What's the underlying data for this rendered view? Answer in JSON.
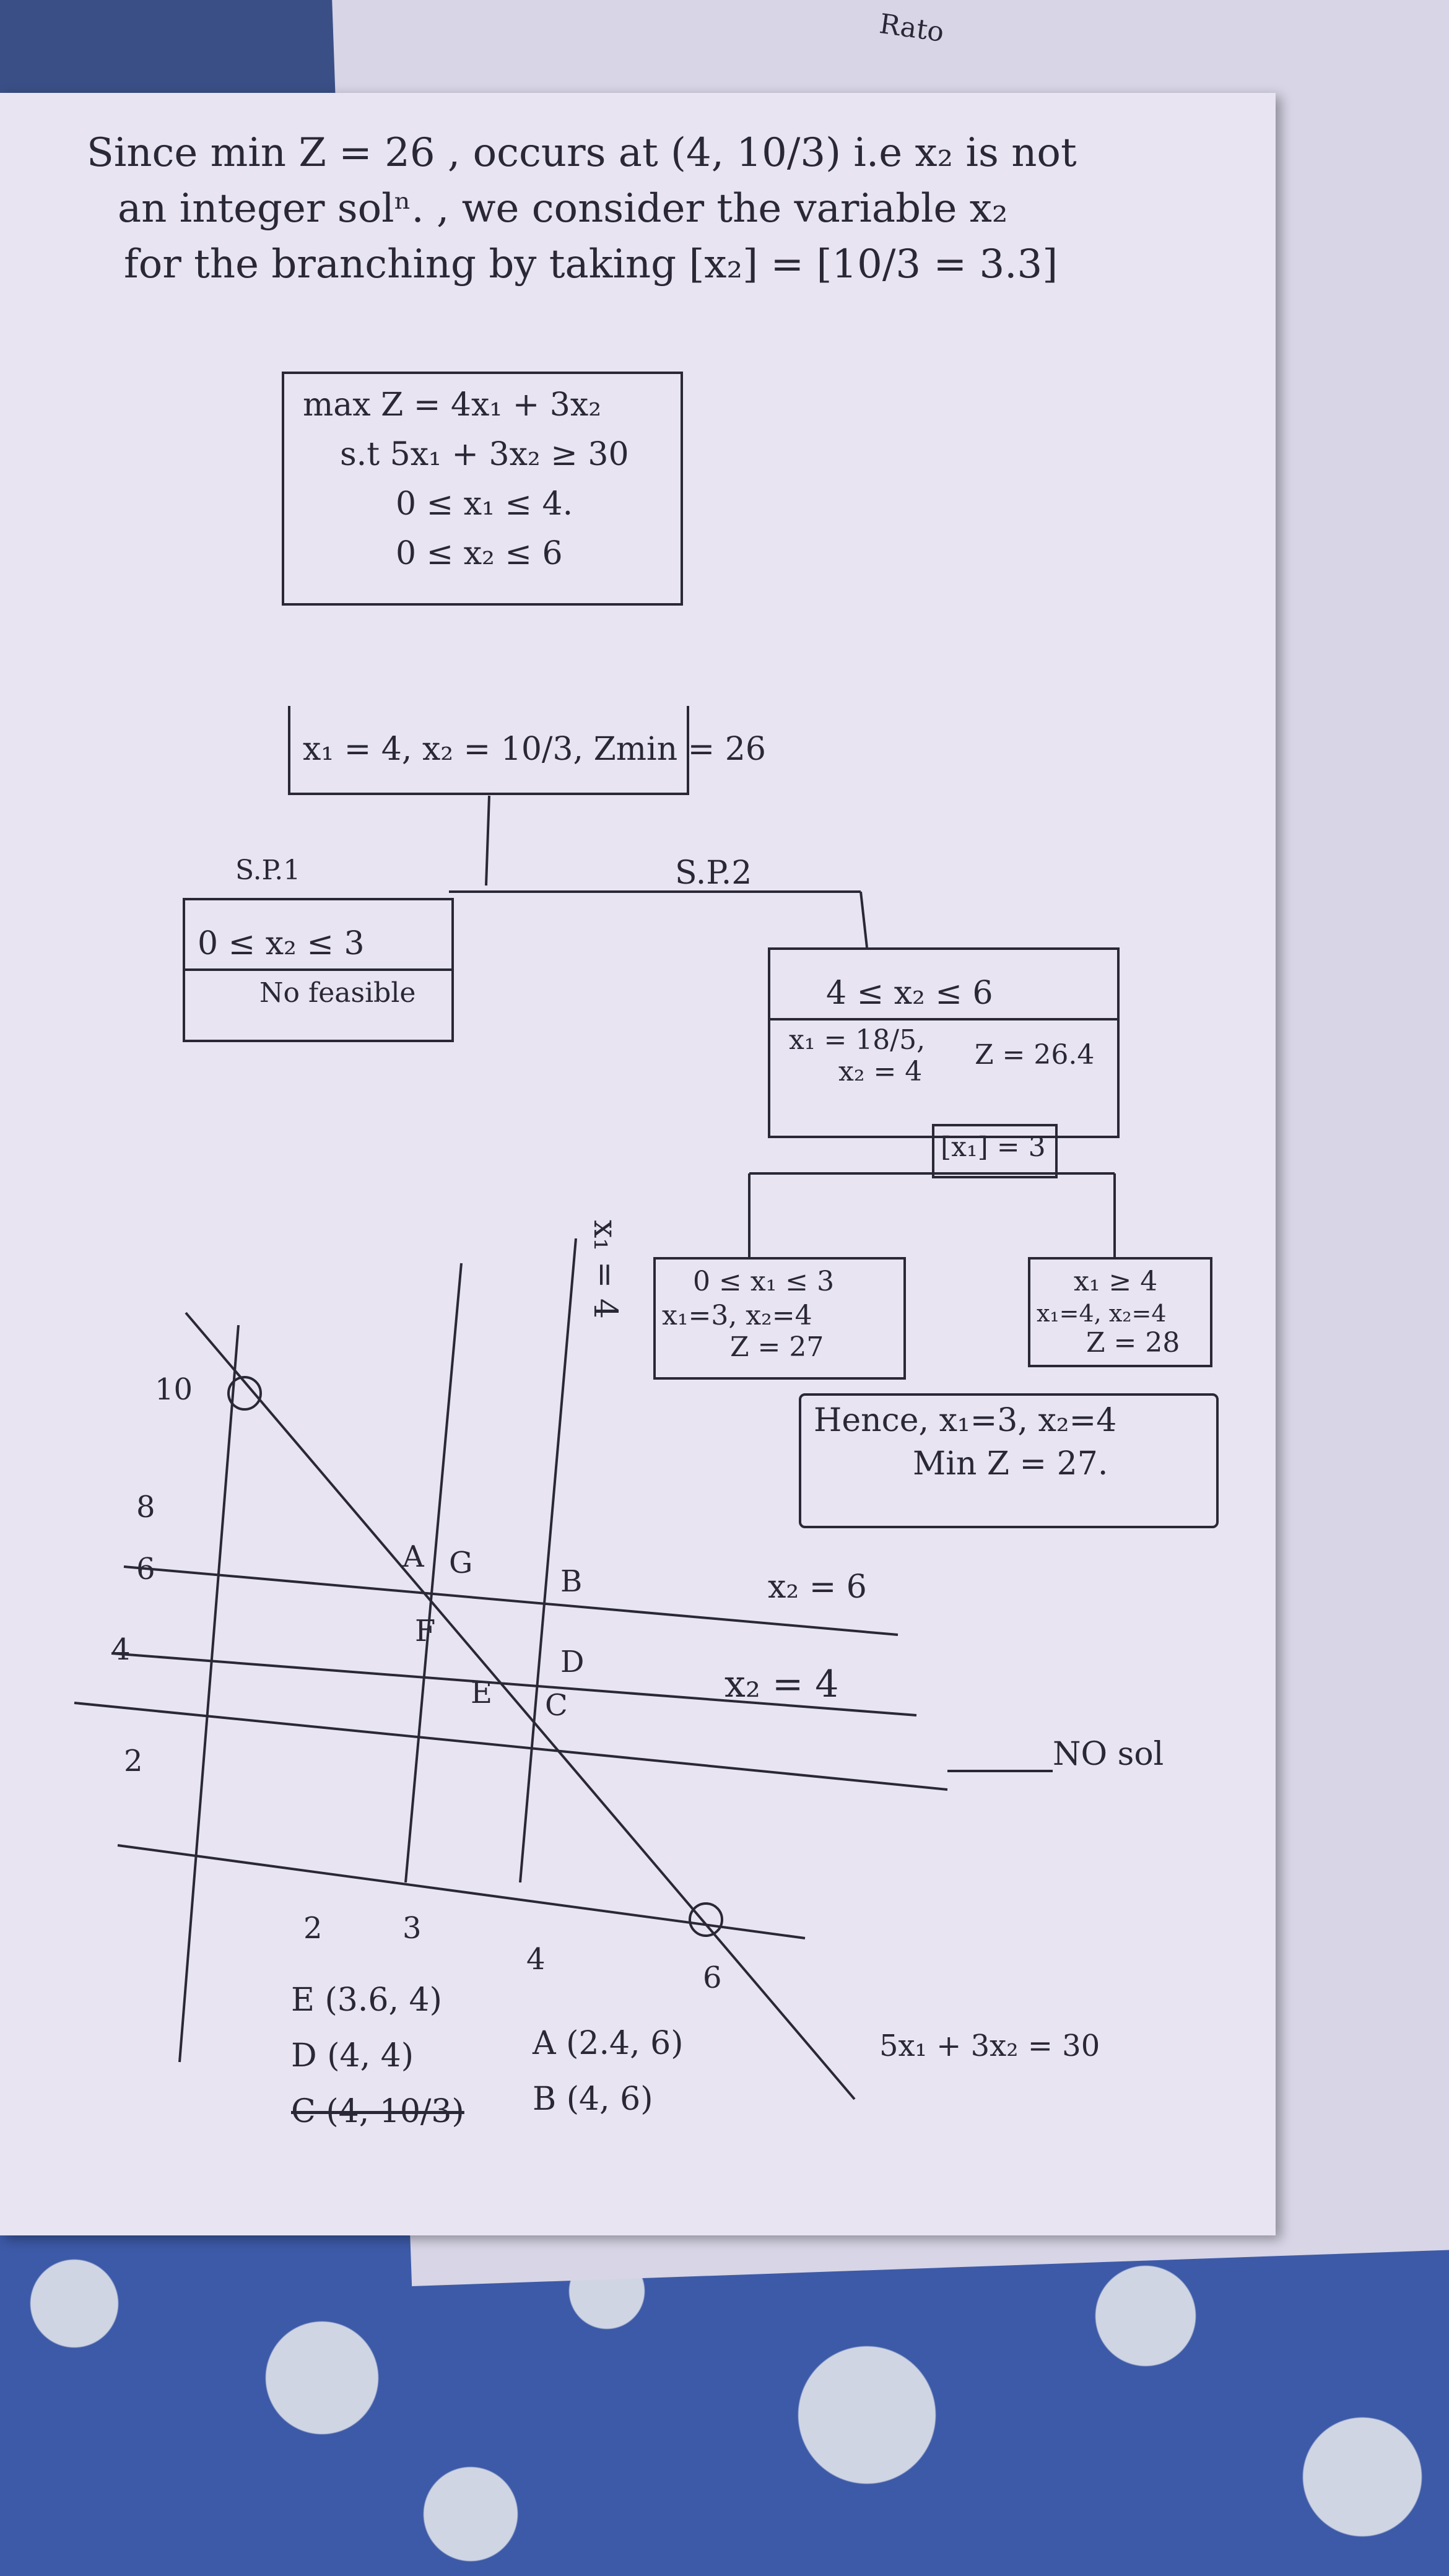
{
  "corner_note": "Rato",
  "intro": {
    "line1": "Since min Z = 26 , occurs at (4, 10/3) i.e x₂ is not",
    "line2": "an integer solⁿ. , we consider the variable x₂",
    "line3": "for the branching by taking [x₂] = [10/3 = 3.3]"
  },
  "root": {
    "objective": "max Z = 4x₁ + 3x₂",
    "constraint": "s.t 5x₁ + 3x₂ ≥ 30",
    "bound1": "0 ≤ x₁ ≤ 4.",
    "bound2": "0 ≤ x₂ ≤ 6",
    "solution": "x₁ = 4, x₂ = 10/3, Zmin = 26"
  },
  "sp1": {
    "label": "S.P.1",
    "constraint": "0 ≤ x₂ ≤ 3",
    "result": "No feasible"
  },
  "sp2": {
    "label": "S.P.2",
    "constraint": "4 ≤ x₂ ≤ 6",
    "solution_x1": "x₁ = 18/5,",
    "solution_x2": "x₂ = 4",
    "solution_z": "Z = 26.4",
    "branch_var": "[x₁] = 3"
  },
  "sp3": {
    "constraint": "0 ≤ x₁ ≤ 3",
    "solution": "x₁=3, x₂=4",
    "z": "Z = 27"
  },
  "sp4": {
    "constraint": "x₁ ≥ 4",
    "solution": "x₁=4, x₂=4",
    "z": "Z = 28"
  },
  "conclusion": {
    "line1": "Hence, x₁=3, x₂=4",
    "line2": "Min Z = 27."
  },
  "graph": {
    "line_x1_label": "x₁ = 4",
    "line_x2_6_label": "x₂ = 6",
    "line_x2_4_label": "x₂ = 4",
    "no_sol_label": "NO sol",
    "constraint_label": "5x₁ + 3x₂ = 30",
    "y_ticks": [
      "10",
      "8",
      "6",
      "4",
      "2"
    ],
    "x_ticks": [
      "2",
      "3",
      "4",
      "6"
    ],
    "points": {
      "A": "A",
      "G": "G",
      "B": "B",
      "F": "F",
      "D": "D",
      "E": "E",
      "C": "C"
    }
  },
  "points_list": {
    "E": "E (3.6, 4)",
    "D": "D (4, 4)",
    "struck": "C (4, 10/3)",
    "A": "A (2.4, 6)",
    "B": "B (4, 6)"
  }
}
